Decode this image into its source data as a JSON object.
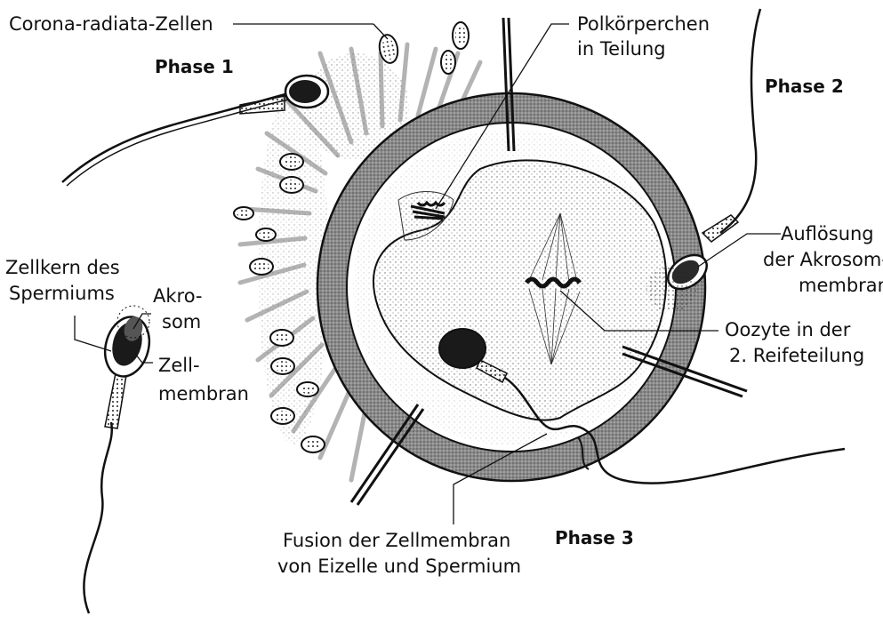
{
  "phases": {
    "phase1": "Phase 1",
    "phase2": "Phase 2",
    "phase3": "Phase 3"
  },
  "labels": {
    "corona_radiata": "Corona-radiata-Zellen",
    "polkoerperchen_line1": "Polkörperchen",
    "polkoerperchen_line2": "in Teilung",
    "aufloesung_line1": "Auflösung",
    "aufloesung_line2": "der Akrosom-",
    "aufloesung_line3": "membran",
    "oozyte_line1": "Oozyte in der",
    "oozyte_line2": "2. Reifeteilung",
    "zellkern_line1": "Zellkern des",
    "zellkern_line2": "Spermiums",
    "akrosom_line1": "Akro-",
    "akrosom_line2": "som",
    "zellmembran_line1": "Zell-",
    "zellmembran_line2": "membran",
    "fusion_line1": "Fusion der Zellmembran",
    "fusion_line2": "von Eizelle und Spermium"
  }
}
